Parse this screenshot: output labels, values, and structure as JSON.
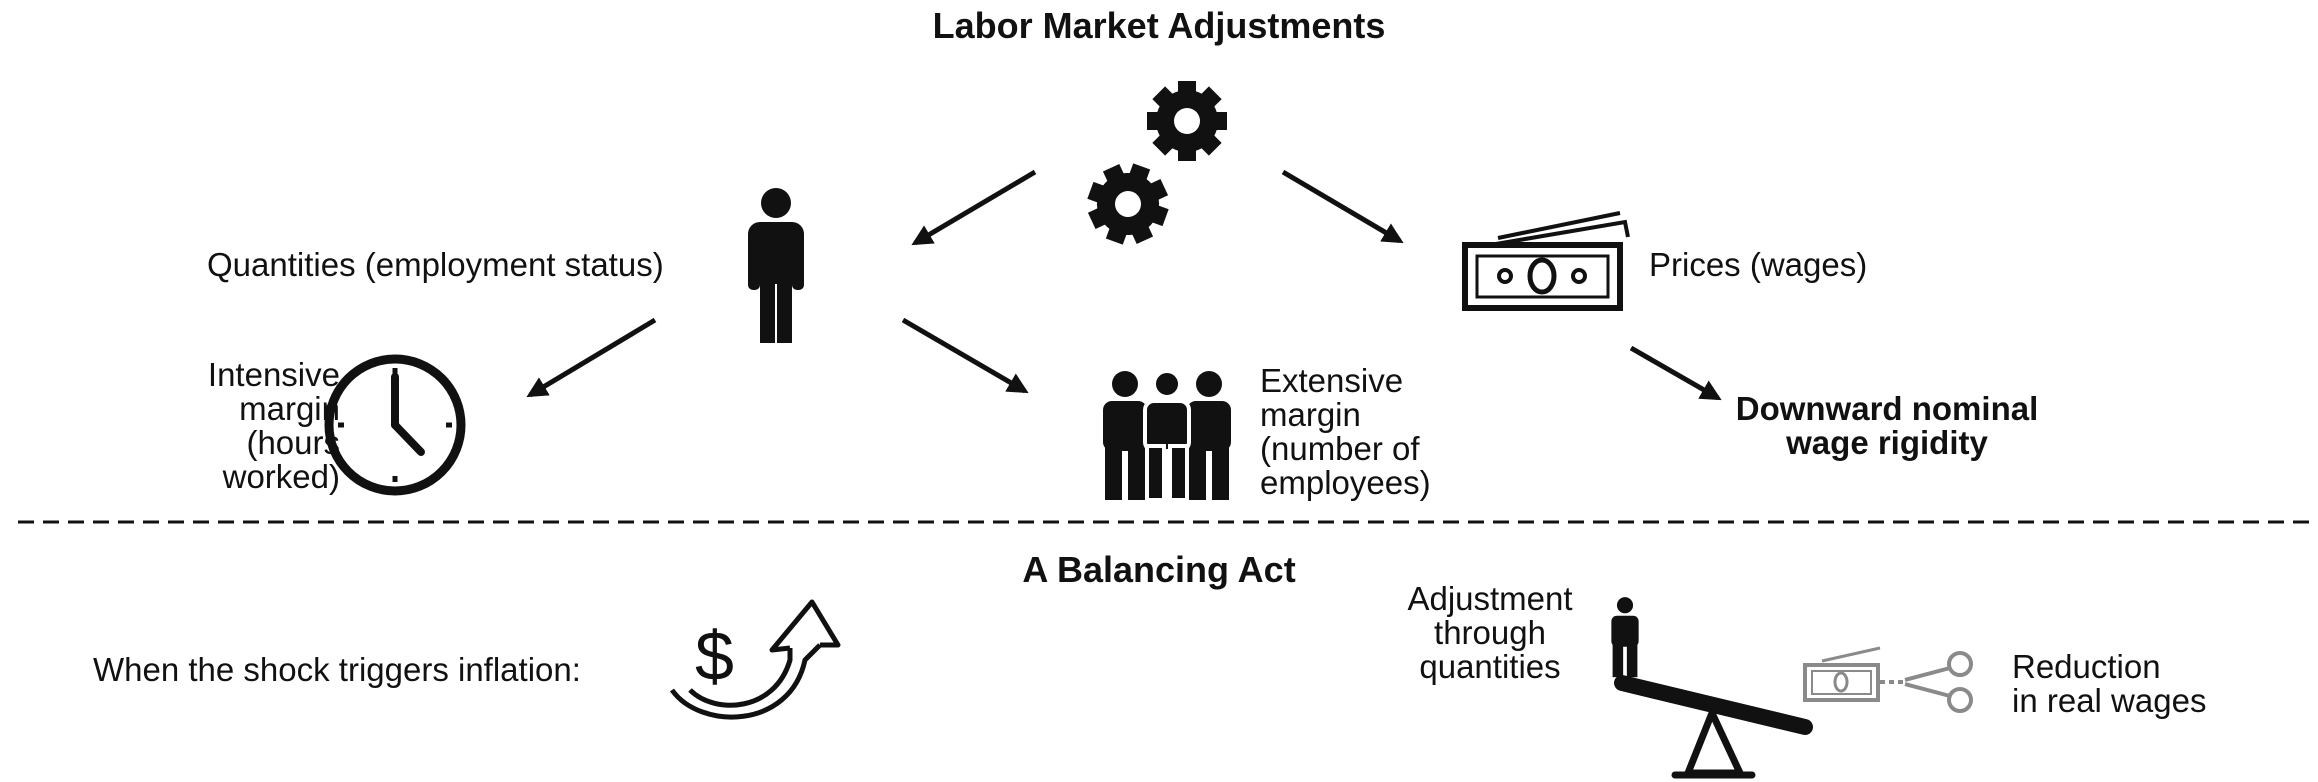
{
  "top_section": {
    "title": "Labor Market Adjustments",
    "quantities_label": "Quantities (employment status)",
    "prices_label": "Prices (wages)",
    "intensive_margin": [
      "Intensive",
      "margin",
      "(hours",
      "worked)"
    ],
    "extensive_margin": [
      "Extensive",
      "margin",
      "(number of",
      "employees)"
    ],
    "rigidity_label": [
      "Downward nominal",
      "wage rigidity"
    ]
  },
  "bottom_section": {
    "title": "A Balancing Act",
    "inflation_label": "When the shock triggers inflation:",
    "quantities_adjustment": [
      "Adjustment",
      "through",
      "quantities"
    ],
    "real_wages": [
      "Reduction",
      "in real wages"
    ],
    "dollar_symbol": "$"
  },
  "icons": [
    "gears-icon",
    "person-icon",
    "money-icon",
    "clock-icon",
    "group-icon",
    "dollar-arrow-icon",
    "seesaw-icon",
    "scissors-icon"
  ],
  "colors": {
    "ink": "#111111",
    "gray": "#8a8a8a"
  }
}
